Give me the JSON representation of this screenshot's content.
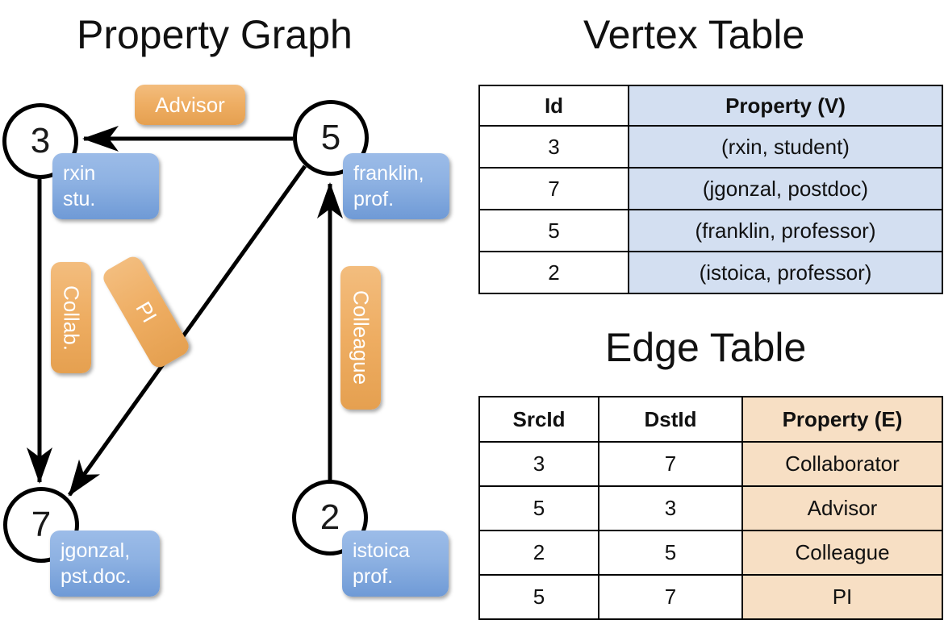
{
  "graph": {
    "title": "Property Graph",
    "nodes": [
      {
        "id": "3",
        "label_lines": [
          "rxin",
          "stu."
        ]
      },
      {
        "id": "5",
        "label_lines": [
          "franklin,",
          "prof."
        ]
      },
      {
        "id": "7",
        "label_lines": [
          "jgonzal,",
          "pst.doc."
        ]
      },
      {
        "id": "2",
        "label_lines": [
          "istoica",
          "prof."
        ]
      }
    ],
    "edge_labels": [
      {
        "name": "advisor",
        "text": "Advisor"
      },
      {
        "name": "collab",
        "text": "Collab."
      },
      {
        "name": "pi",
        "text": "PI"
      },
      {
        "name": "colleague",
        "text": "Colleague"
      }
    ]
  },
  "vertex_table": {
    "title": "Vertex Table",
    "headers": [
      "Id",
      "Property (V)"
    ],
    "rows": [
      [
        "3",
        "(rxin, student)"
      ],
      [
        "7",
        "(jgonzal, postdoc)"
      ],
      [
        "5",
        "(franklin, professor)"
      ],
      [
        "2",
        "(istoica, professor)"
      ]
    ]
  },
  "edge_table": {
    "title": "Edge Table",
    "headers": [
      "SrcId",
      "DstId",
      "Property (E)"
    ],
    "rows": [
      [
        "3",
        "7",
        "Collaborator"
      ],
      [
        "5",
        "3",
        "Advisor"
      ],
      [
        "2",
        "5",
        "Colleague"
      ],
      [
        "5",
        "7",
        "PI"
      ]
    ]
  },
  "colors": {
    "vertex_property_fill": "#d3dff1",
    "edge_property_fill": "#f7dfc4",
    "vertex_label_fill": "#8db1e2",
    "edge_label_fill": "#eead62",
    "stroke": "#000000",
    "background": "#ffffff"
  }
}
